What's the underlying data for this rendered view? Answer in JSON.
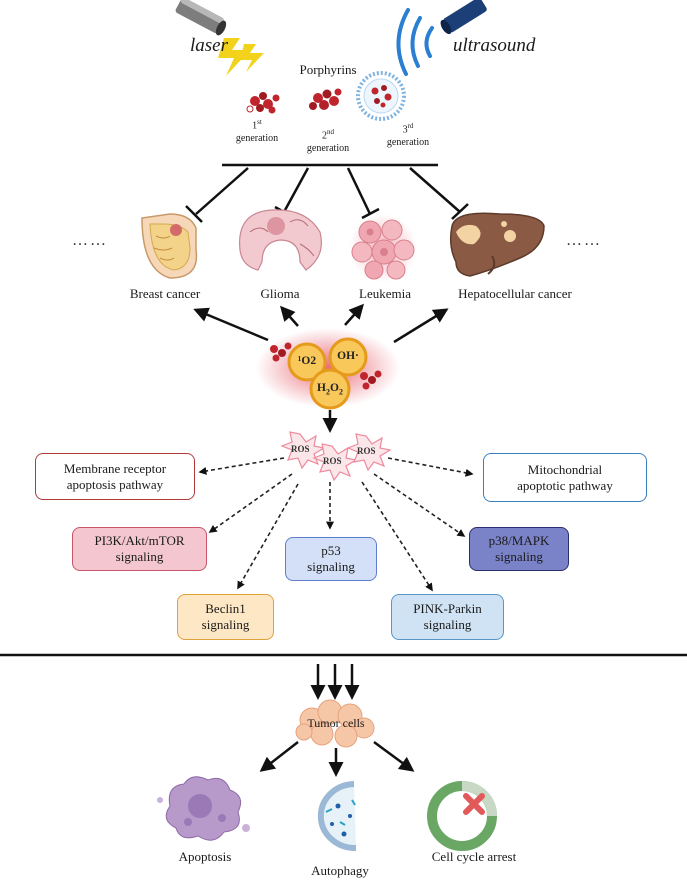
{
  "energy": {
    "laser": "laser",
    "ultrasound": "ultrasound"
  },
  "porphyrins": {
    "title": "Porphyrins",
    "generations": [
      {
        "ordinal": "1st",
        "word": "generation"
      },
      {
        "ordinal": "2nd",
        "word": "generation"
      },
      {
        "ordinal": "3rd",
        "word": "generation"
      }
    ]
  },
  "ellipsis": "……",
  "cancers": [
    "Breast cancer",
    "Glioma",
    "Leukemia",
    "Hepatocellular cancer"
  ],
  "species": {
    "singlet": "¹O2",
    "hydroxyl": "OH·",
    "peroxide": "H2O2"
  },
  "ros_labels": [
    "ROS",
    "ROS",
    "ROS"
  ],
  "pathways": [
    {
      "label": "Membrane receptor\napoptosis pathway",
      "border": "#b03a3a",
      "fill": "#ffffff"
    },
    {
      "label": "Mitochondrial\napoptotic pathway",
      "border": "#3a7fc1",
      "fill": "#ffffff"
    },
    {
      "label": "PI3K/Akt/mTOR\nsignaling",
      "border": "#c9556a",
      "fill": "#f4c6cf"
    },
    {
      "label": "p53\nsignaling",
      "border": "#5f7ecf",
      "fill": "#d4e0f7"
    },
    {
      "label": "p38/MAPK\nsignaling",
      "border": "#2a2f6e",
      "fill": "#7b83c8"
    },
    {
      "label": "Beclin1\nsignaling",
      "border": "#e0a03a",
      "fill": "#fde7c4"
    },
    {
      "label": "PINK-Parkin\nsignaling",
      "border": "#5a96c8",
      "fill": "#cfe3f4"
    }
  ],
  "tumor": "Tumor cells",
  "outcomes": [
    "Apoptosis",
    "Autophagy",
    "Cell cycle arrest"
  ],
  "colors": {
    "ros_burst": "#f7a9b5",
    "species_fill": "#f9c85a",
    "species_ring": "#e59a1c",
    "porphyrin": "#c0242c",
    "lightning": "#f2d21b",
    "waves": "#2b7fd0"
  }
}
